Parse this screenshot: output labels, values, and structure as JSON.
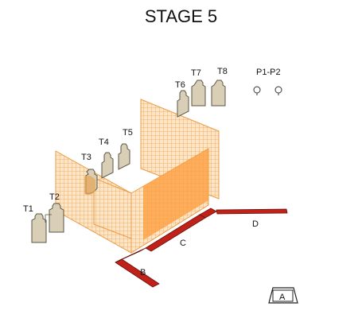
{
  "title": "STAGE 5",
  "targets": {
    "t1": "T1",
    "t2": "T2",
    "t3": "T3",
    "t4": "T4",
    "t5": "T5",
    "t6": "T6",
    "t7": "T7",
    "t8": "T8"
  },
  "poppers": "P1-P2",
  "fault_lines": {
    "b": "B",
    "c": "C",
    "d": "D"
  },
  "start_box": "A",
  "colors": {
    "wall": "#f2a24a",
    "wall_highlight": "#ff8a1a",
    "target": "#d8cfb6",
    "target_stroke": "#5a5545",
    "fault_line": "#c0221a"
  }
}
